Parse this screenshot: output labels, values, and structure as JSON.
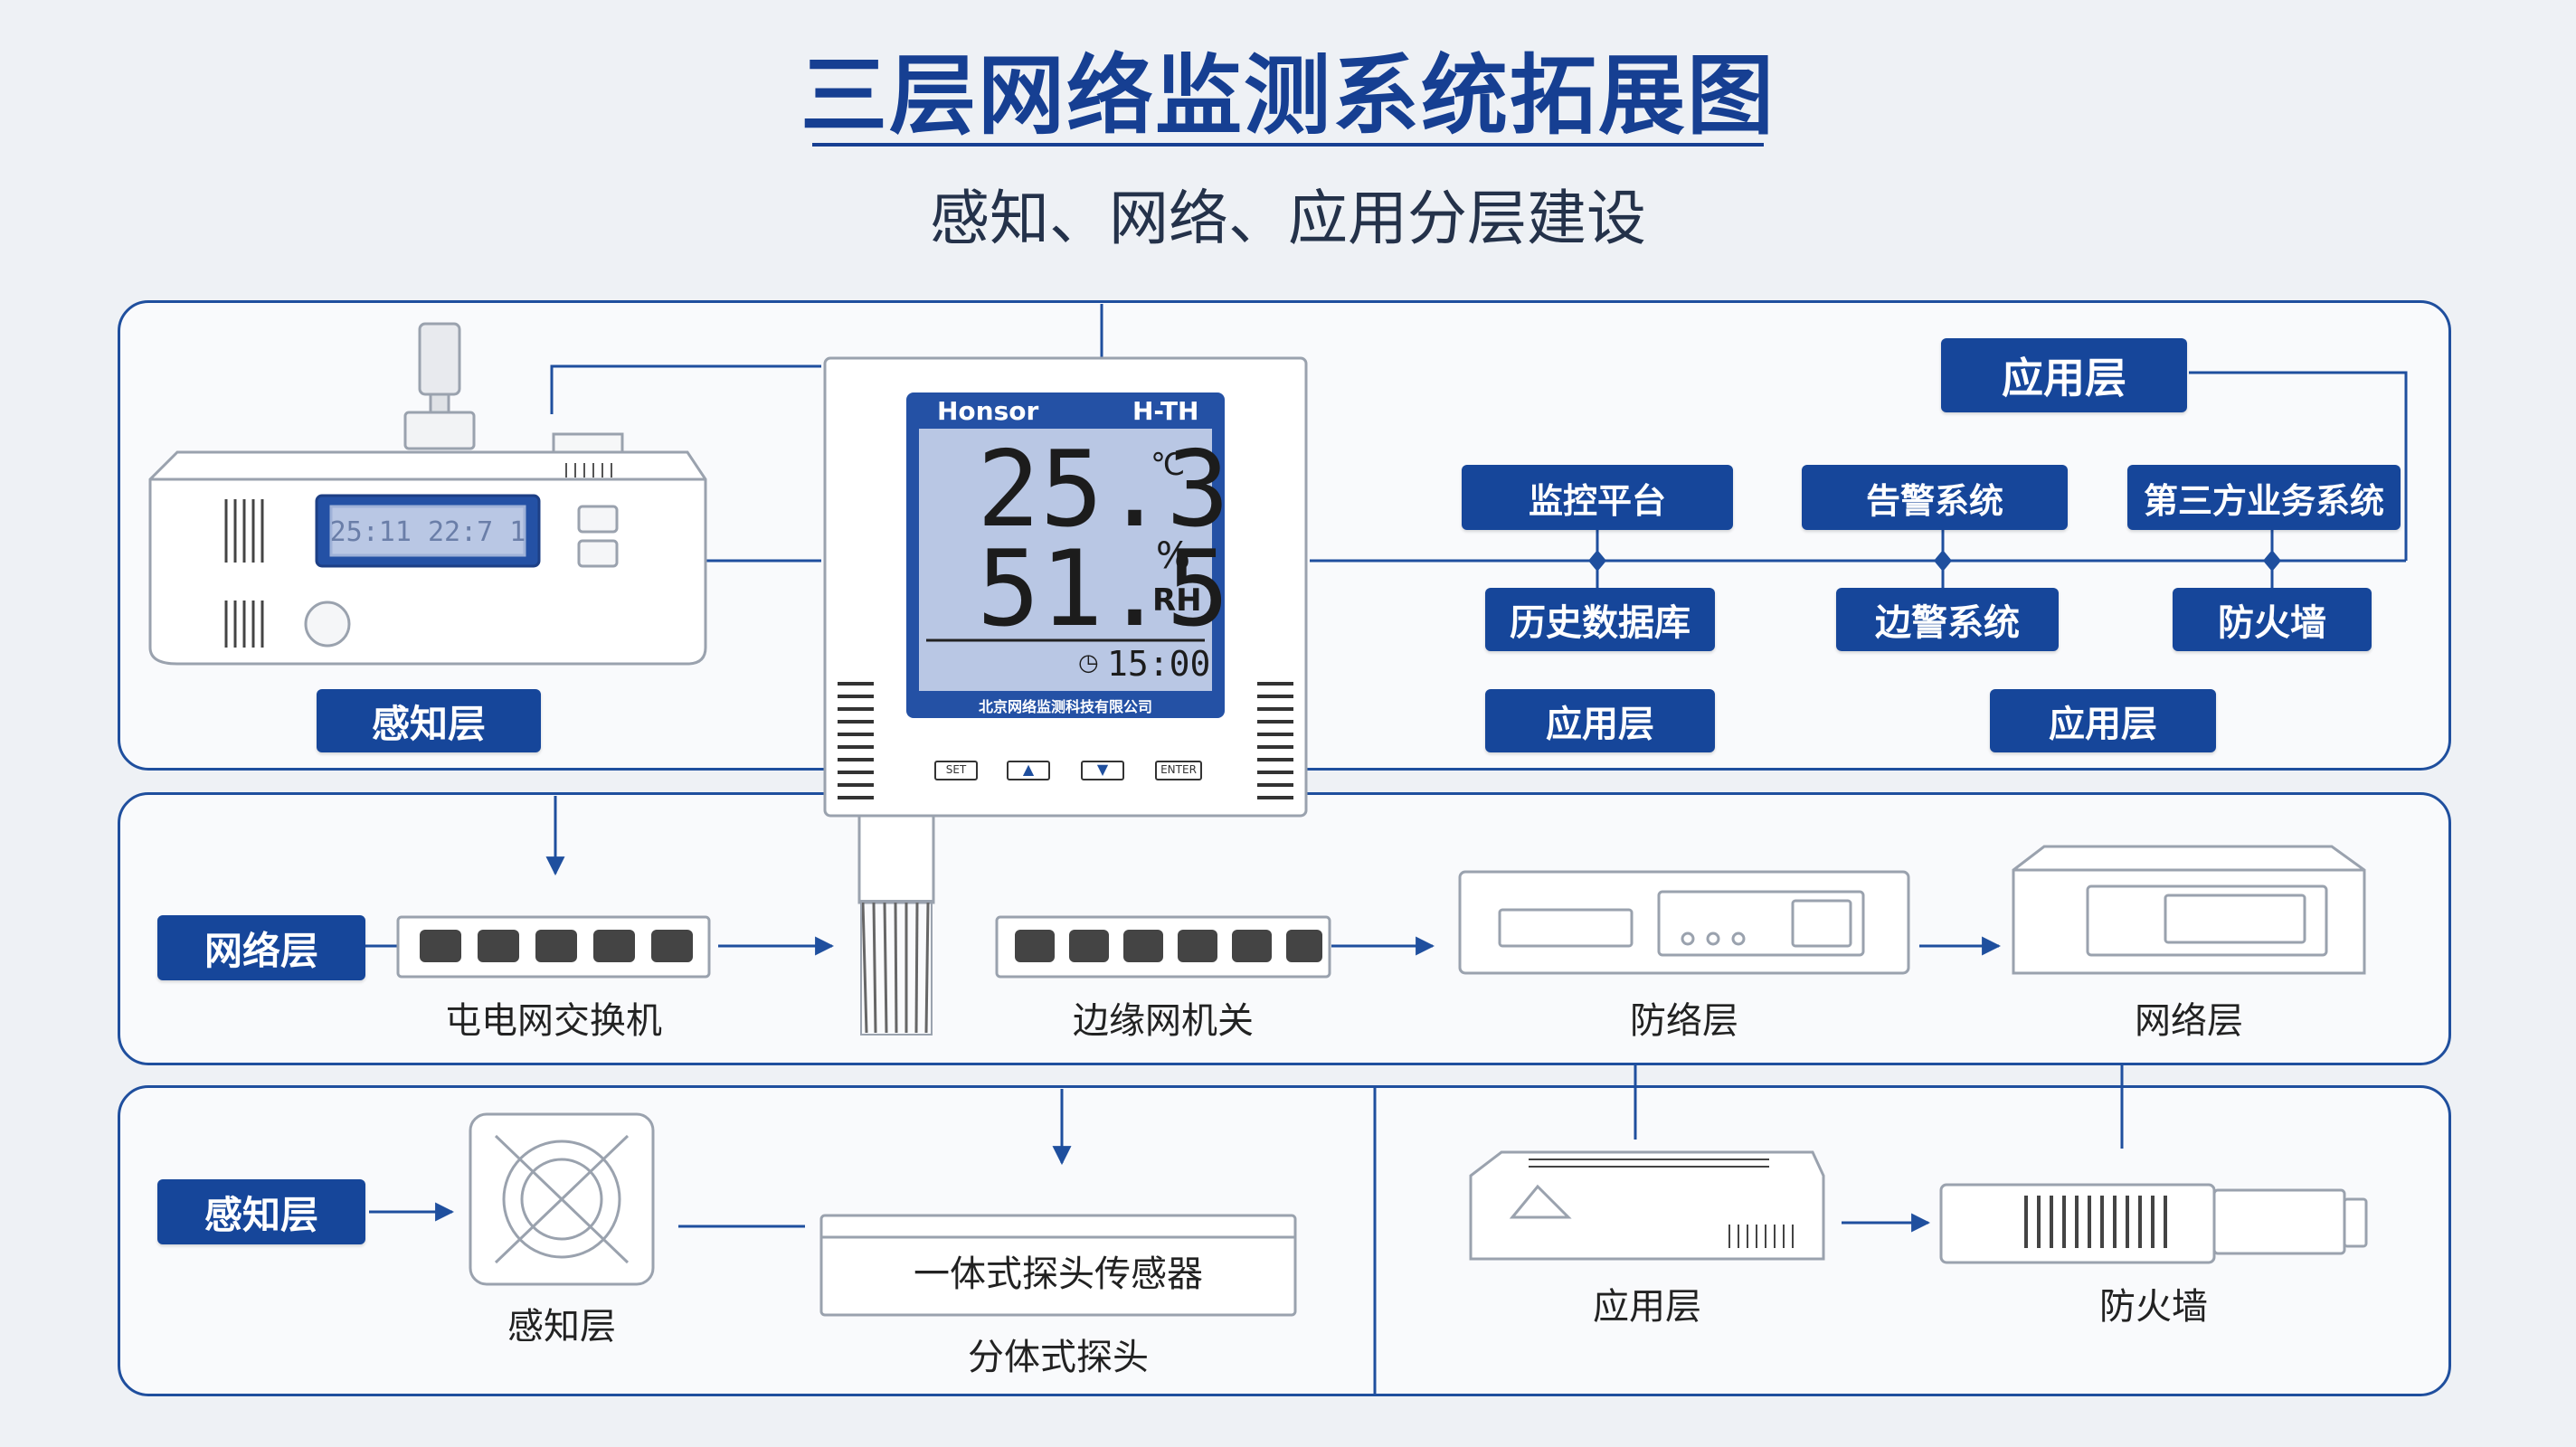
{
  "title": "三层网络监测系统拓展图",
  "subtitle": "感知、网络、应用分层建设",
  "top_panel": {
    "perception_tag": "感知层",
    "application_header": "应用层",
    "app_boxes_row1": [
      "监控平台",
      "告警系统",
      "第三方业务系统"
    ],
    "app_boxes_row2": [
      "历史数据库",
      "边警系统",
      "防火墙"
    ],
    "app_boxes_row3": [
      "应用层",
      "应用层"
    ]
  },
  "sensor_display": {
    "brand": "Honsor",
    "model": "H-TH",
    "temperature": "25.3",
    "temp_unit": "℃",
    "humidity": "51.5",
    "humidity_unit": "%",
    "humidity_unit_sub": "RH",
    "time": "15:00",
    "footer": "北京网络监测科技有限公司",
    "buttons": [
      "SET",
      "▲",
      "▼",
      "ENTER"
    ]
  },
  "middle_panel": {
    "network_tag": "网络层",
    "device_labels": [
      "屯电网交换机",
      "边缘网机关",
      "防络层",
      "网络层"
    ]
  },
  "bottom_panel": {
    "perception_tag": "感知层",
    "fan_label": "感知层",
    "probe_box_text": "一体式探头传感器",
    "probe_label": "分体式探头",
    "router_label": "应用层",
    "firewall_label": "防火墙"
  },
  "colors": {
    "primary": "#16469a",
    "border": "#1f4f9e",
    "lcd": "#b9c7e4",
    "device": "#ffffff"
  }
}
